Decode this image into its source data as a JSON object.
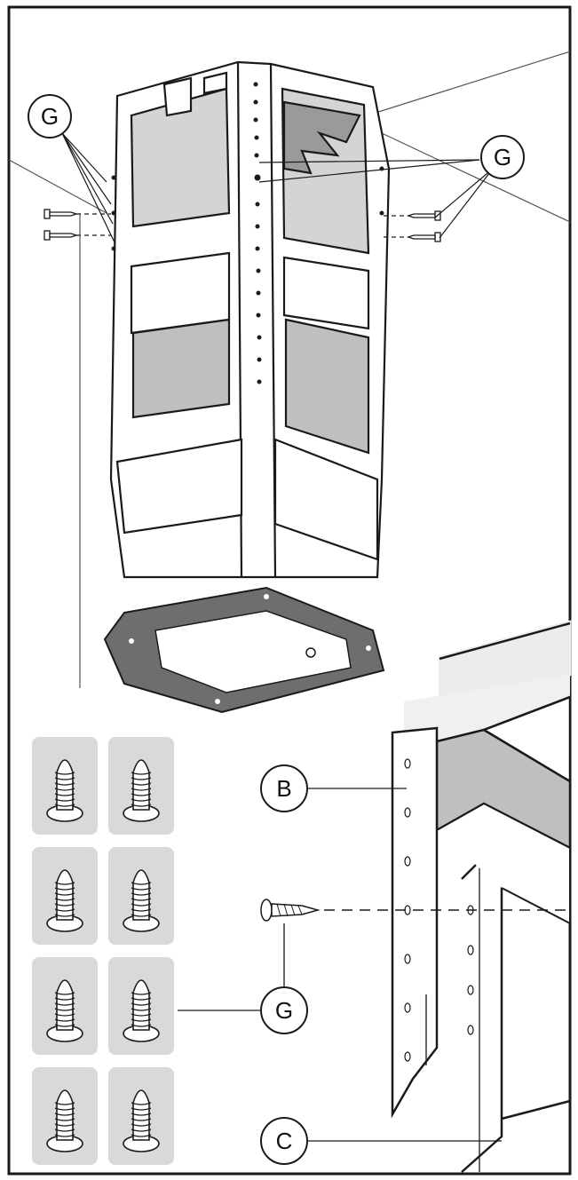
{
  "callouts": {
    "g_top_left": "G",
    "g_top_right": "G",
    "b": "B",
    "g_bottom": "G",
    "c": "C"
  },
  "colors": {
    "line": "#1a1a1a",
    "panel_fill": "#d4d4d4",
    "duct_fill": "#bfbfbf",
    "base_plate": "#6e6e6e",
    "screw_tile": "#d9d9d9"
  }
}
